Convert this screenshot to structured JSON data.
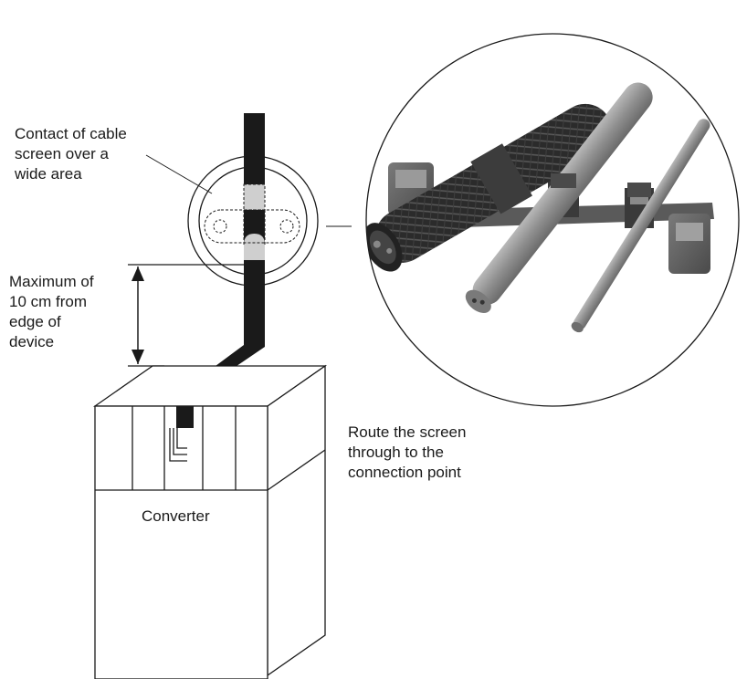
{
  "labels": {
    "contact": [
      "Contact of cable",
      "screen over a",
      "wide area"
    ],
    "maximum": [
      "Maximum of",
      "10 cm from",
      "edge of",
      "device"
    ],
    "route": [
      "Route the screen",
      "through to the",
      "connection point"
    ],
    "converter": "Converter"
  },
  "colors": {
    "line": "#1a1a1a",
    "cable": "#1a1a1a",
    "screen_contact": "#cfcfcf",
    "background": "#ffffff",
    "photo_dark": "#2a2a2a",
    "photo_mid": "#8c8c8c",
    "photo_light": "#bdbdbd"
  }
}
